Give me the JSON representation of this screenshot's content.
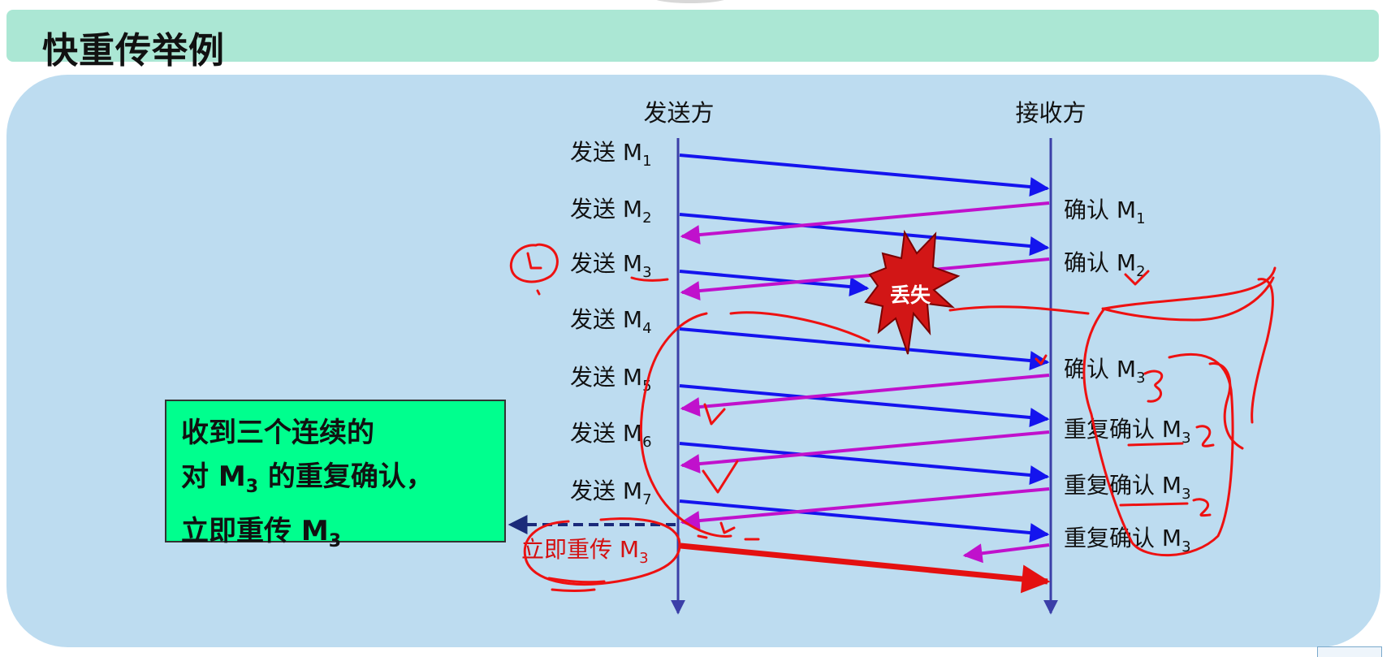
{
  "title": "快重传举例",
  "diagram": {
    "sender": "发送方",
    "receiver": "接收方",
    "sends": [
      {
        "prefix": "发送 ",
        "sym": "M",
        "sub": "1"
      },
      {
        "prefix": "发送 ",
        "sym": "M",
        "sub": "2"
      },
      {
        "prefix": "发送 ",
        "sym": "M",
        "sub": "3"
      },
      {
        "prefix": "发送 ",
        "sym": "M",
        "sub": "4"
      },
      {
        "prefix": "发送 ",
        "sym": "M",
        "sub": "5"
      },
      {
        "prefix": "发送 ",
        "sym": "M",
        "sub": "6"
      },
      {
        "prefix": "发送 ",
        "sym": "M",
        "sub": "7"
      }
    ],
    "retransmit": {
      "prefix": "立即重传 ",
      "sym": "M",
      "sub": "3"
    },
    "acks": [
      {
        "prefix": "确认 ",
        "sym": "M",
        "sub": "1"
      },
      {
        "prefix": "确认 ",
        "sym": "M",
        "sub": "2"
      },
      {
        "prefix": "确认 ",
        "sym": "M",
        "sub": "3"
      },
      {
        "prefix": "重复确认 ",
        "sym": "M",
        "sub": "3"
      },
      {
        "prefix": "重复确认 ",
        "sym": "M",
        "sub": "3"
      },
      {
        "prefix": "重复确认 ",
        "sym": "M",
        "sub": "3"
      }
    ],
    "lost_label": "丢失"
  },
  "note": {
    "line1": "收到三个连续的",
    "line2_prefix": "对 ",
    "line2_sym": "M",
    "line2_sub": "3",
    "line2_suffix": " 的重复确认，",
    "line3_prefix": "立即重传 ",
    "line3_sym": "M",
    "line3_sub": "3"
  },
  "colors": {
    "send_arrow": "#1414ee",
    "ack_arrow": "#c011cc",
    "timeline": "#3b3fa8",
    "retransmit": "#e41010",
    "dashed_arrow": "#1a2a7a",
    "annotation": "#ee1111",
    "burst_fill": "#d21616"
  }
}
